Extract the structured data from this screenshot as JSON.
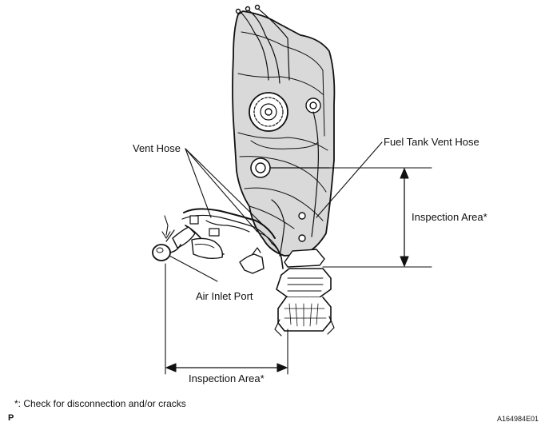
{
  "labels": {
    "vent_hose": "Vent Hose",
    "fuel_tank_vent_hose": "Fuel Tank Vent Hose",
    "inspection_area_right": "Inspection Area*",
    "inspection_area_bottom": "Inspection Area*",
    "air_inlet_port": "Air Inlet Port"
  },
  "footnote": "*: Check for disconnection and/or cracks",
  "corner_mark": "P",
  "figure_code": "A164984E01",
  "colors": {
    "ink": "#111111",
    "shade": "#d9d9d9",
    "paper": "#ffffff"
  }
}
